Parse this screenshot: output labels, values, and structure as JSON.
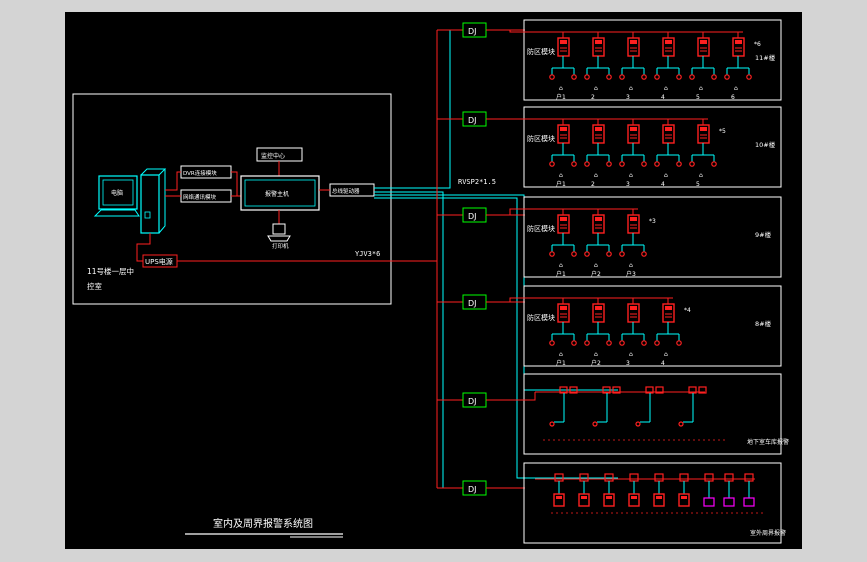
{
  "title": "室内及周界报警系统图",
  "control_room": {
    "computer_label": "电脑",
    "printer_label": "打印机",
    "host_label": "报警主机",
    "module1_label": "DVR连接模块",
    "module2_label": "网络通讯模块",
    "ups_label": "UPS电源",
    "monitor_label": "监控中心",
    "room_label1": "11号楼一层中",
    "room_label2": "控室",
    "bus_box_label": "总线驱动器"
  },
  "cables": {
    "bus": "RVSP2*1.5",
    "power": "YJV3*6"
  },
  "dj_label": "DJ",
  "zone_label": "防区模块",
  "units": [
    {
      "label": "11#楼",
      "detectors": 6,
      "mult": "*6",
      "doors": [
        "户1",
        "2",
        "3",
        "4",
        "5",
        "6"
      ]
    },
    {
      "label": "10#楼",
      "detectors": 5,
      "mult": "*5",
      "doors": [
        "户1",
        "2",
        "3",
        "4",
        "5"
      ]
    },
    {
      "label": "9#楼",
      "detectors": 3,
      "mult": "*3",
      "doors": [
        "户1",
        "户2",
        "户3"
      ]
    },
    {
      "label": "8#楼",
      "detectors": 4,
      "mult": "*4",
      "doors": [
        "户1",
        "户2",
        "3",
        "4"
      ]
    }
  ],
  "garage": {
    "label": "地下室车库报警",
    "sensors": 4
  },
  "perimeter": {
    "label": "室外周界报警",
    "units": 6,
    "extras": 3
  },
  "colors": {
    "line_cyan": "#00ffff",
    "line_red": "#ff2020",
    "dj_green": "#00ff00",
    "magenta": "#ff00ff",
    "white": "#ffffff"
  }
}
